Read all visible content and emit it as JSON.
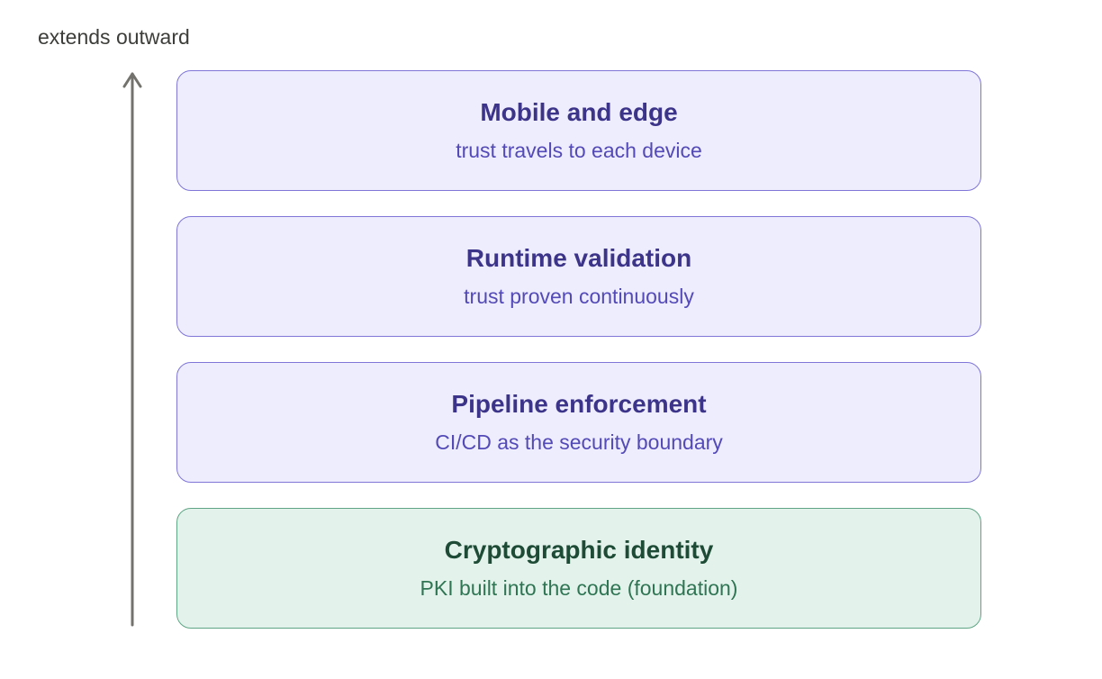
{
  "diagram": {
    "axis_label": "extends outward",
    "layers": [
      {
        "title": "Mobile and edge",
        "subtitle": "trust travels to each device"
      },
      {
        "title": "Runtime validation",
        "subtitle": "trust proven continuously"
      },
      {
        "title": "Pipeline enforcement",
        "subtitle": "CI/CD as the security boundary"
      },
      {
        "title": "Cryptographic identity",
        "subtitle": "PKI built into the code (foundation)"
      }
    ]
  },
  "colors": {
    "layer_fill": "#eeedfd",
    "layer_border": "#7f76d8",
    "layer_title": "#3c3489",
    "layer_subtitle": "#534ab7",
    "foundation_fill": "#e3f3ec",
    "foundation_border": "#5fa585",
    "foundation_title": "#1e4b36",
    "foundation_subtitle": "#2f7553",
    "axis": "#73726c"
  }
}
